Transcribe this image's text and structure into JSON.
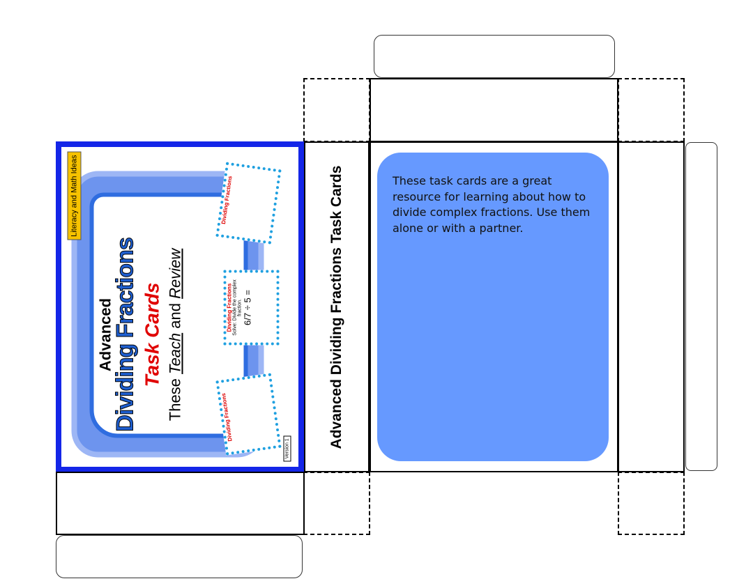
{
  "cover": {
    "publisher": "Literacy and Math Ideas",
    "title_line1": "Advanced",
    "title_line2": "Dividing Fractions",
    "subtitle": "Task Cards",
    "tagline_pre": "These ",
    "tagline_teach": "Teach",
    "tagline_mid": " and ",
    "tagline_review": "Review",
    "card_title": "Dividing Fractions",
    "card_prompt": "Solve: Divide the complex fraction.",
    "card_fraction": "6/7 ÷ 5 =",
    "version": "Version 1"
  },
  "spine": {
    "title": "Advanced Dividing Fractions Task Cards"
  },
  "back": {
    "description": "These task cards are a great resource for learning about how to divide complex fractions.  Use them alone or with a partner."
  },
  "colors": {
    "cover_border": "#1426e8",
    "back_panel": "#6699ff",
    "subtitle": "#e00000"
  }
}
